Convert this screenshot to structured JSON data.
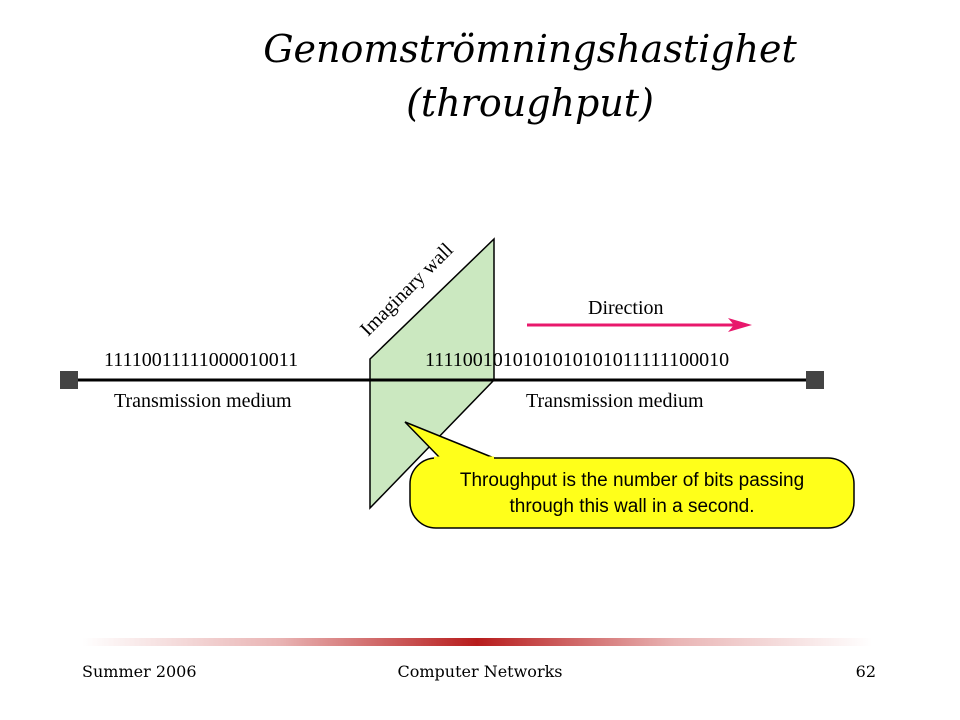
{
  "slide": {
    "title_line1": "Genomströmningshastighet",
    "title_line2": "(throughput)"
  },
  "diagram": {
    "left_bits": "11110011111000010011",
    "right_bits": "1111001010101010101011111100010",
    "left_medium_label": "Transmission medium",
    "right_medium_label": "Transmission medium",
    "wall_label": "Imaginary wall",
    "direction_label": "Direction",
    "callout_line1": "Throughput is the number of bits passing",
    "callout_line2": "through this wall in a second.",
    "colors": {
      "wall_fill": "#cbe8c0",
      "arrow": "#e8186c",
      "callout_fill": "#ffff1a",
      "line": "#000000",
      "terminal": "#444444"
    }
  },
  "footer": {
    "left": "Summer 2006",
    "center": "Computer Networks",
    "right": "62"
  }
}
